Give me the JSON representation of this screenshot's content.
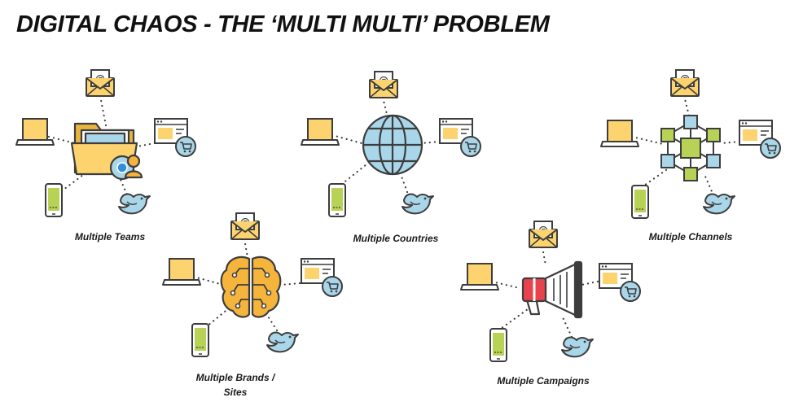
{
  "title": "DIGITAL CHAOS - THE ‘MULTI MULTI’ PROBLEM",
  "icons": {
    "email": "email-icon",
    "laptop": "laptop-icon",
    "browser": "browser-cart-icon",
    "phone": "phone-icon",
    "bird": "bird-icon"
  },
  "colors": {
    "outline": "#3d3d3d",
    "yellow": "#fcd36e",
    "blue": "#a9d6e8",
    "green": "#b8d256",
    "orange": "#f5b53c",
    "red": "#e8424c"
  },
  "clusters": [
    {
      "id": "teams",
      "label": "Multiple Teams",
      "center_icon": "folder-user-icon"
    },
    {
      "id": "countries",
      "label": "Multiple Countries",
      "center_icon": "globe-icon"
    },
    {
      "id": "channels",
      "label": "Multiple Channels",
      "center_icon": "network-cubes-icon"
    },
    {
      "id": "brands",
      "label": "Multiple Brands / Sites",
      "label_lines": [
        "Multiple Brands /",
        "Sites"
      ],
      "center_icon": "brain-circuit-icon"
    },
    {
      "id": "campaigns",
      "label": "Multiple Campaigns",
      "center_icon": "megaphone-icon"
    }
  ]
}
